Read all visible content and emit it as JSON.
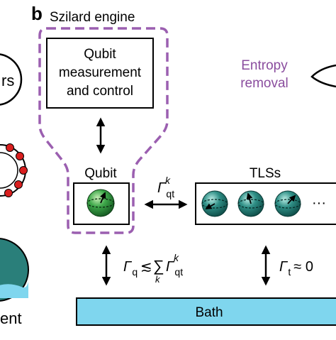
{
  "panel": {
    "label": "b"
  },
  "szilard": {
    "title": "Szilard engine"
  },
  "control_box": {
    "lines": [
      "Qubit",
      "measurement",
      "and control"
    ]
  },
  "entropy": {
    "lines": [
      "Entropy",
      "removal"
    ]
  },
  "left_partial": {
    "top_text": "rs",
    "bottom_text": "ent"
  },
  "qubit": {
    "label": "Qubit"
  },
  "tls": {
    "label": "TLSs",
    "ellipsis": "···"
  },
  "rates": {
    "coupling": {
      "symbol": "Γ",
      "subscript": "qt",
      "superscript": "k"
    },
    "qubit_bath": {
      "text": "Γq ≲ Σk Γqtk",
      "symbol": "Γ",
      "sub": "q",
      "relation": "≲",
      "sum": "∑",
      "sum_index": "k",
      "rhs_symbol": "Γ",
      "rhs_sub": "qt",
      "rhs_sup": "k"
    },
    "tls_bath": {
      "symbol": "Γ",
      "sub": "t",
      "relation": "≈ 0"
    }
  },
  "bath": {
    "label": "Bath"
  },
  "colors": {
    "dashed_outline": "#9b5fb0",
    "entropy_text": "#8a4d9e",
    "bath_fill": "#7fd6ee",
    "qubit_sphere": "#3ea84a",
    "tls_sphere": "#2f8f86",
    "left_circle_fill": "#2a7f7a",
    "left_dots": "#d91f1f"
  }
}
